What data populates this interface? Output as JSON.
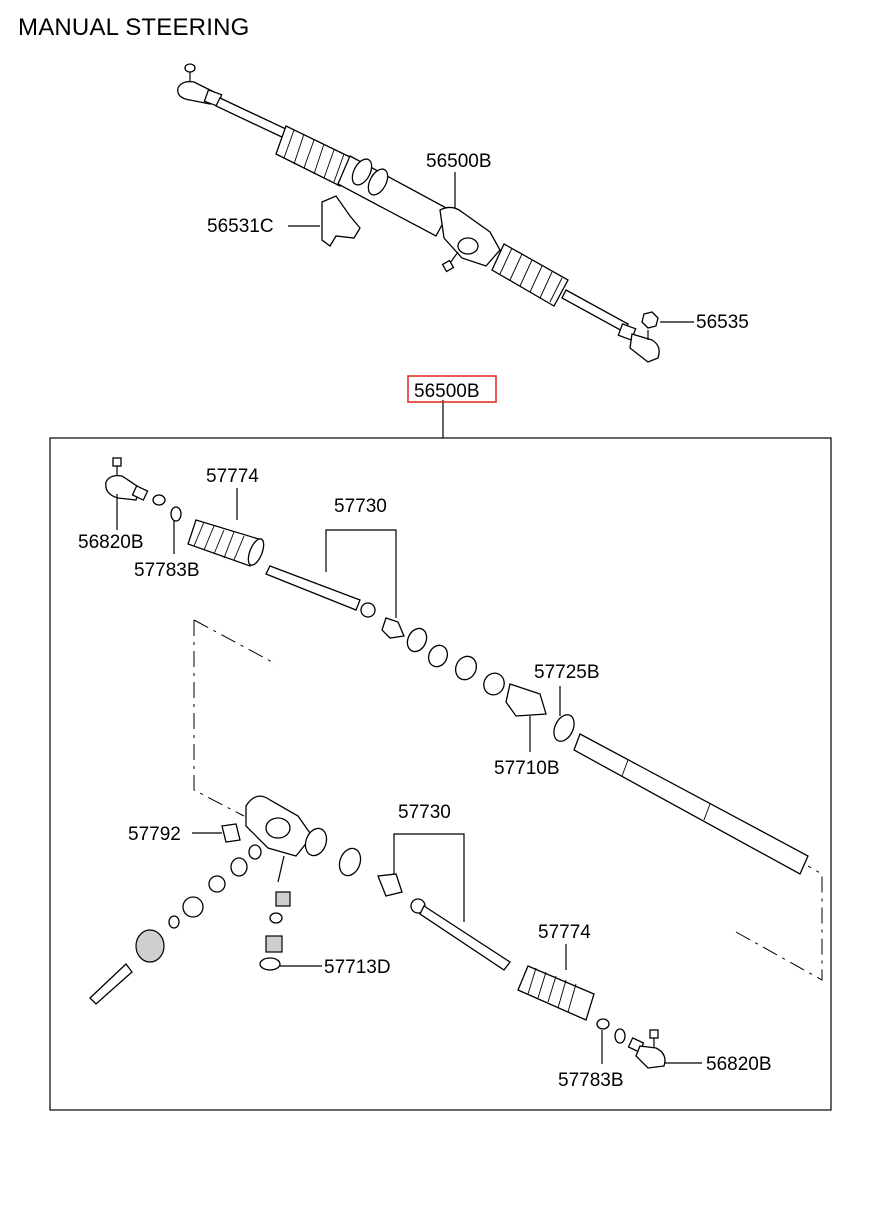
{
  "title": "MANUAL STEERING",
  "labels": {
    "assembly_top": "56500B",
    "bracket": "56531C",
    "nut": "56535",
    "assembly_boxed": "56500B",
    "boot_upper": "57774",
    "rack_kit_upper": "57730",
    "tie_rod_end_upper": "56820B",
    "clip_upper": "57783B",
    "oring": "57725B",
    "bushing": "57710B",
    "support": "57792",
    "rack_kit_lower": "57730",
    "seal": "57713D",
    "boot_lower": "57774",
    "clip_lower": "57783B",
    "tie_rod_end_lower": "56820B"
  },
  "colors": {
    "highlight_box": "#e0302a",
    "line": "#000000",
    "part_shade": "#cfcfcf"
  }
}
